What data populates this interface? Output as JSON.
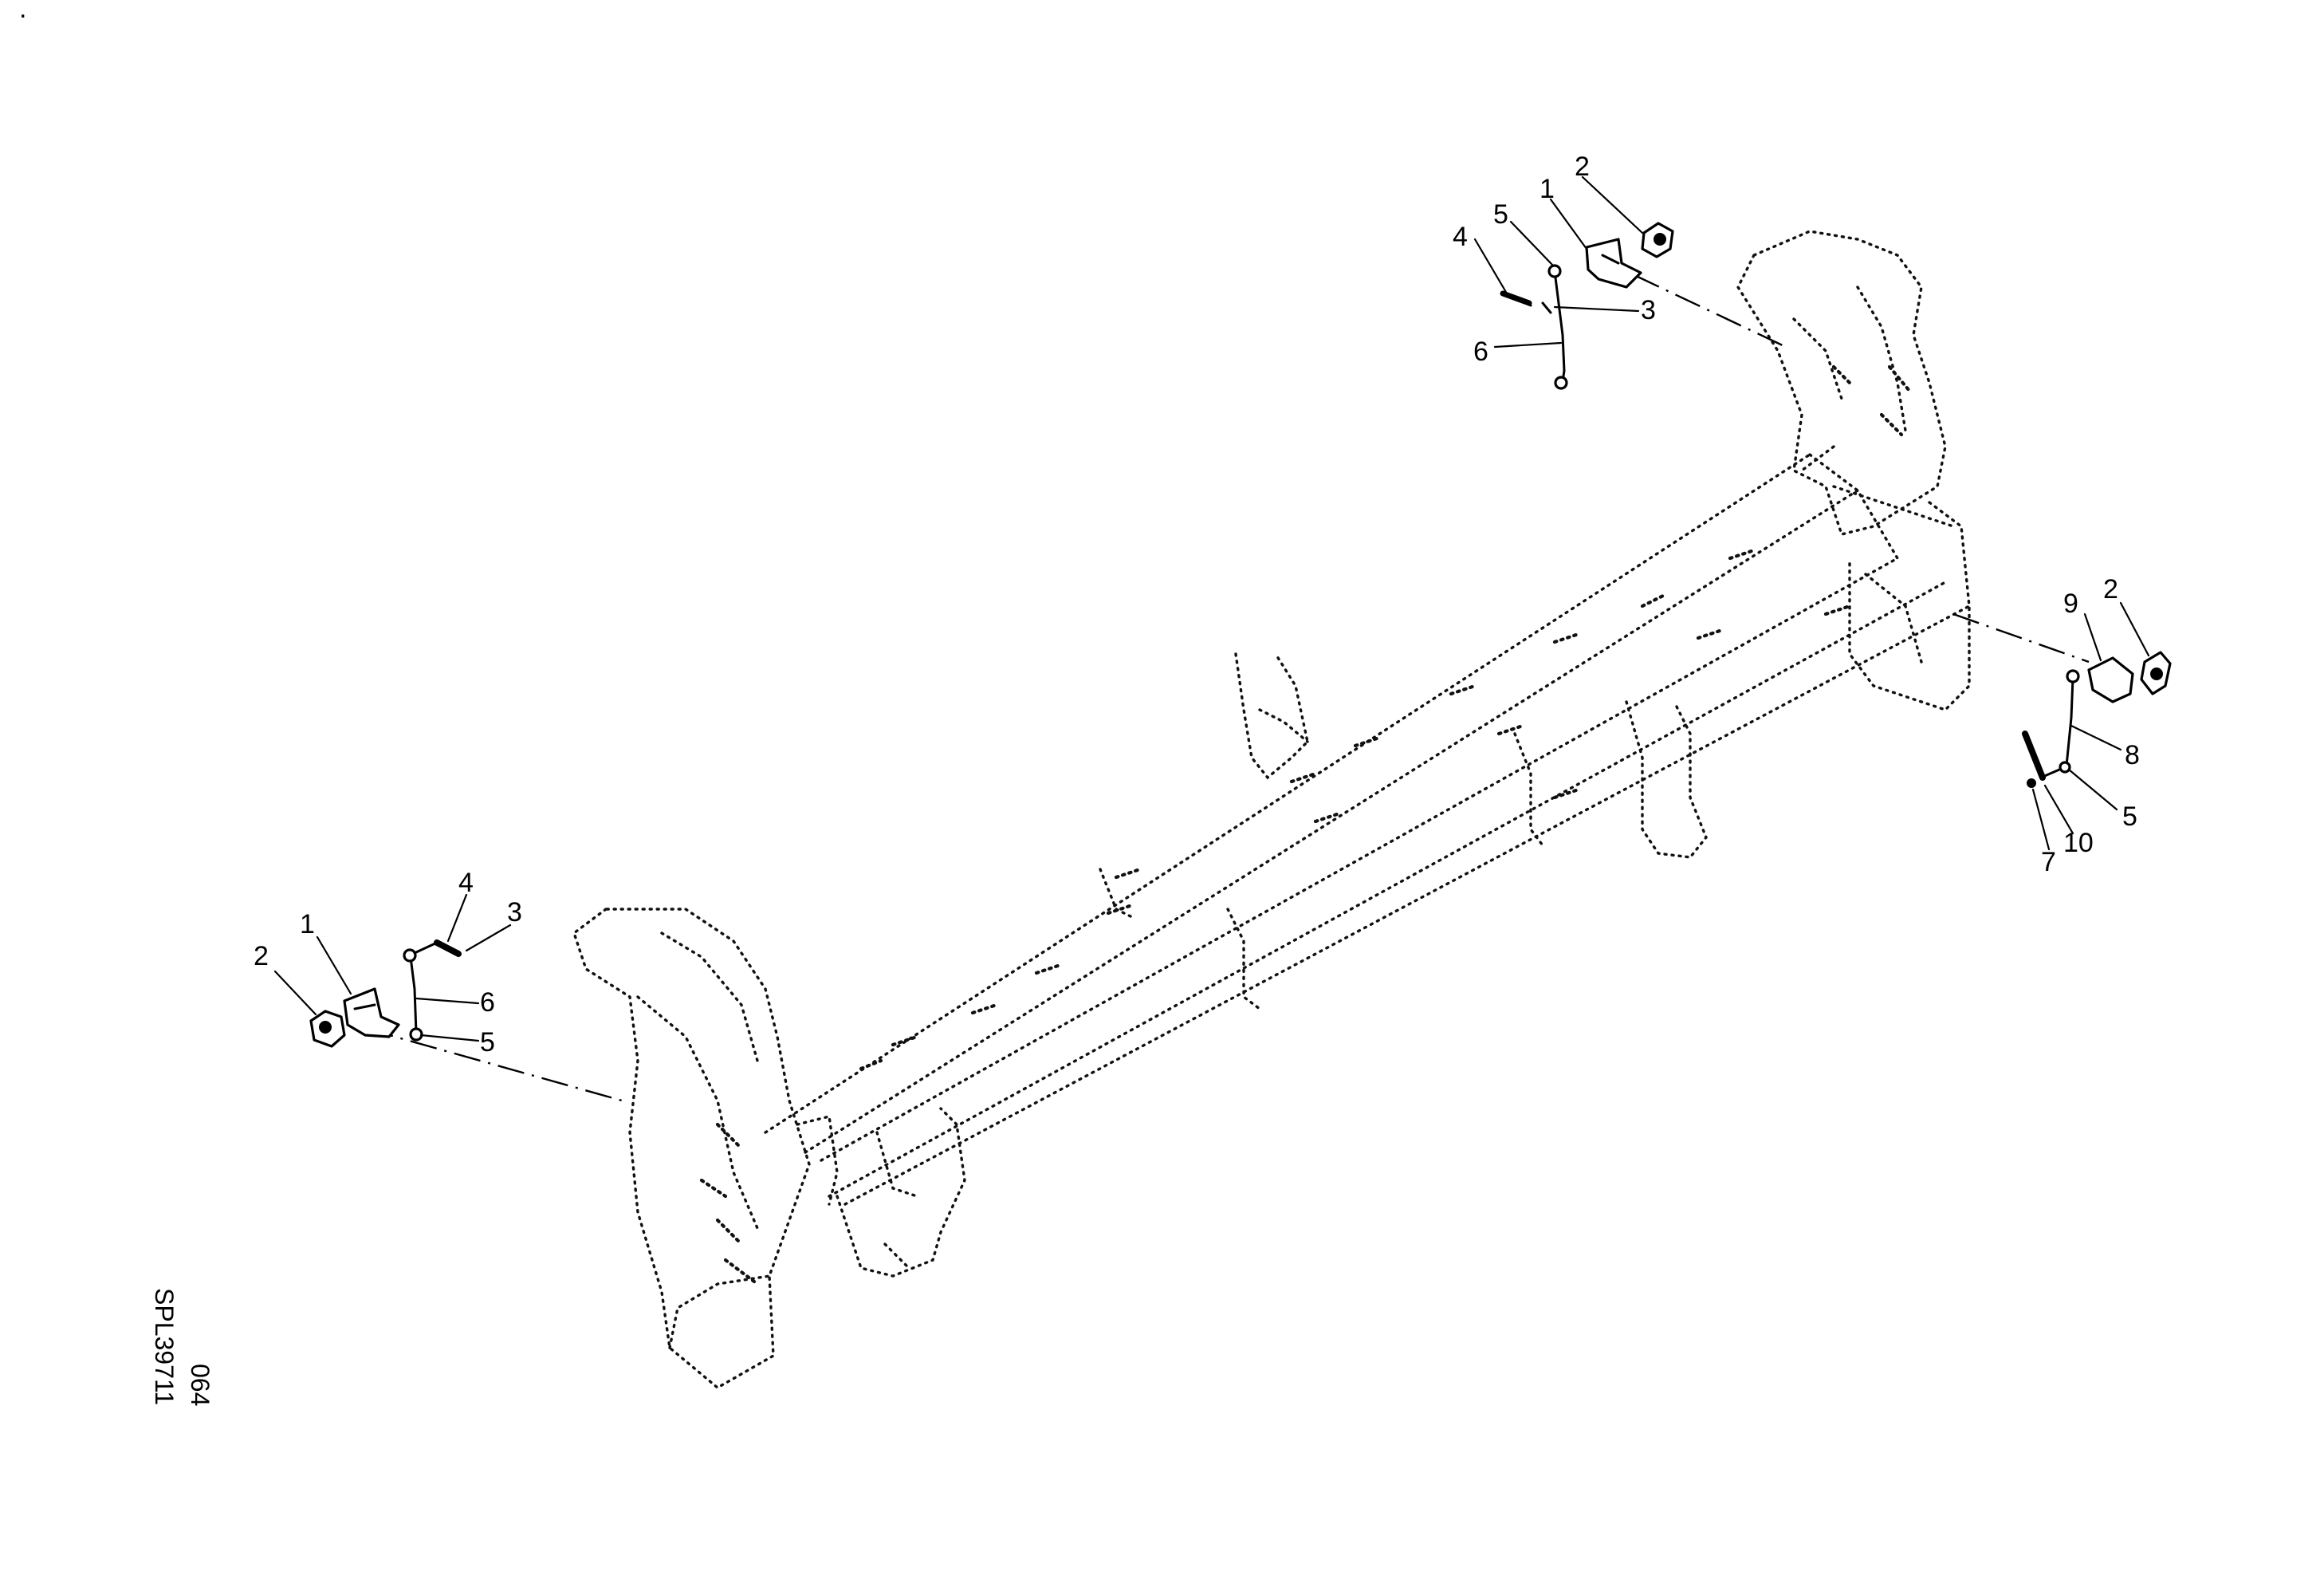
{
  "diagram": {
    "corner_mark": ".",
    "reference_code": "SPL39711",
    "page_code": "064",
    "callouts": {
      "right_top": [
        "2",
        "1",
        "5",
        "4",
        "3",
        "6"
      ],
      "right_side": [
        "9",
        "2",
        "8",
        "5",
        "10",
        "7"
      ],
      "left": [
        "2",
        "1",
        "4",
        "3",
        "6",
        "5"
      ]
    }
  }
}
